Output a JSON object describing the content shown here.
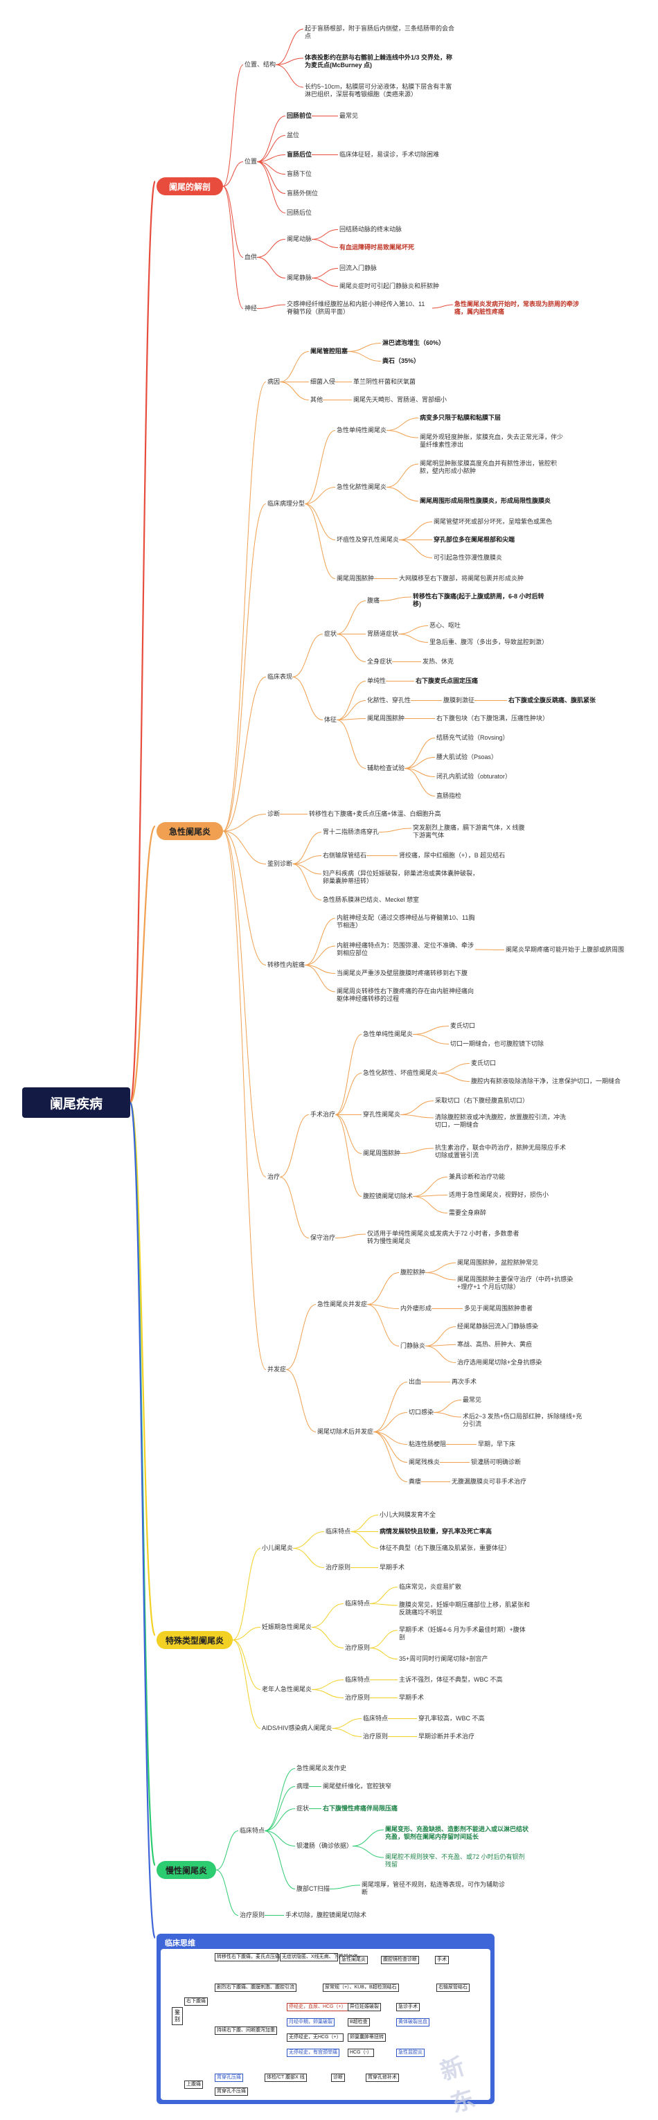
{
  "root": "阑尾疾病",
  "colors": {
    "red": "#e74c3c",
    "orange": "#f0a050",
    "yellow": "#f2d024",
    "green": "#2ecc71",
    "blue": "#3f66d8"
  },
  "s1": {
    "title": "阑尾的解剖",
    "pos1": "位置、结构",
    "p1a": "起于盲肠根部，附于盲肠后内侧壁，三条结肠带的会合点",
    "p1b": "体表投影约在脐与右髂前上棘连线中外1/3 交界处，称为麦氏点(McBurney 点)",
    "p1c": "长约5~10cm，粘膜层可分泌液体，粘膜下层含有丰富淋巴组织，深层有嗜银细胞（类癌来源）",
    "pos2": "位置",
    "t1": "回肠前位",
    "t1r": "最常见",
    "t2": "盆位",
    "t3": "盲肠后位",
    "t3r": "临床体征轻，易误诊，手术切除困难",
    "t4": "盲肠下位",
    "t5": "盲肠外侧位",
    "t6": "回肠后位",
    "blood": "血供",
    "art": "阑尾动脉",
    "art1": "回结肠动脉的终末动脉",
    "art2": "有血运障碍时易致阑尾坏死",
    "vein": "阑尾静脉",
    "vein1": "回流入门静脉",
    "vein2": "阑尾炎症时可引起门静脉炎和肝脓肿",
    "nerve": "神经",
    "nerveA": "交感神经纤维经腹腔丛和内脏小神经传入第10、11 脊髓节段（脐周平面）",
    "nerveB": "急性阑尾炎发病开始时，常表现为脐周的牵涉痛，属内脏性疼痛"
  },
  "s2": {
    "title": "急性阑尾炎",
    "etio": "病因",
    "e1": "阑尾管腔阻塞",
    "e1a": "淋巴滤泡增生（60%）",
    "e1b": "粪石（35%）",
    "e2": "细菌入侵",
    "e2a": "革兰阴性杆菌和厌氧菌",
    "e3": "其他",
    "e3a": "阑尾先天畸形、胃肠道、胃部细小",
    "patho": "临床病理分型",
    "pa": "急性单纯性阑尾炎",
    "pa1": "病变多只限于粘膜和粘膜下层",
    "pa2": "阑尾外观轻度肿胀，浆膜充血，失去正常光泽，伴少量纤维素性渗出",
    "pb": "急性化脓性阑尾炎",
    "pb1": "阑尾明显肿胀浆膜高度充血并有脓性渗出，管腔积脓，壁内形成小脓肿",
    "pb2": "阑尾周围形成局限性腹膜炎，形成局限性腹膜炎",
    "pc": "坏疽性及穿孔性阑尾炎",
    "pc1": "阑尾管壁坏死或部分坏死，呈暗紫色或黑色",
    "pc2": "穿孔部位多在阑尾根部和尖端",
    "pc3": "可引起急性弥漫性腹膜炎",
    "pd": "阑尾周围脓肿",
    "pd1": "大网膜移至右下腹部，将阑尾包裹并形成炎肿",
    "clin": "临床表现",
    "sym": "症状",
    "s_a": "腹痛",
    "s_a1": "转移性右下腹痛(起于上腹或脐周，6-8 小时后转移)",
    "s_b": "胃肠道症状",
    "s_b1": "恶心、呕吐",
    "s_b2": "里急后重、腹泻（多出多，导致盆腔刺激）",
    "s_c": "全身症状",
    "s_c1": "发热、休克",
    "sign": "体征",
    "g1": "单纯性",
    "g1a": "右下腹麦氏点固定压痛",
    "g2": "化脓性、穿孔性",
    "g2a": "腹膜刺激征",
    "g2b": "右下腹或全腹反跳痛、腹肌紧张",
    "g3": "阑尾周围脓肿",
    "g3a": "右下腹包块（右下腹饱满，压痛性肿块）",
    "g4": "辅助检查试验",
    "g4a": "结肠充气试验（Rovsing）",
    "g4b": "腰大肌试验（Psoas）",
    "g4c": "闭孔内肌试验（obturator）",
    "g4d": "直肠指检",
    "diag": "诊断",
    "diag1": "转移性右下腹痛+麦氏点压痛+体温、白细胞升高",
    "diff": "鉴别诊断",
    "df1": "胃十二指肠溃疡穿孔",
    "df1a": "突发剧烈上腹痛，膈下游离气体，X 线腹下游离气体",
    "df2": "右侧输尿管结石",
    "df2a": "肾绞痛，尿中红细胞（+），B 超见结石",
    "df3": "妇产科疾病（异位妊娠破裂，卵巢滤泡或黄体囊肿破裂，卵巢囊肿蒂扭转）",
    "df4": "急性肠系膜淋巴结炎、Meckel 憩室",
    "trans": "转移性内脏痛",
    "tr1": "内脏神经支配（通过交感神经丛与脊髓第10、11胸节相连）",
    "tr2": "内脏神经痛特点为：范围弥漫、定位不准确、牵涉到相应部位",
    "tr2a": "阑尾炎早期疼痛可能开始于上腹部或脐周围",
    "tr3": "当阑尾炎严重涉及壁层腹膜时疼痛转移到右下腹",
    "tr4": "阑尾周炎转移性右下腹疼痛的存在由内脏神经痛向躯体神经痛转移的过程",
    "treat": "治疗",
    "op": "手术治疗",
    "op1": "急性单纯性阑尾炎",
    "op1a": "麦氏切口",
    "op1b": "切口一期缝合，也可腹腔镜下切除",
    "op2": "急性化脓性、坏疽性阑尾炎",
    "op2a": "麦氏切口",
    "op2b": "腹腔内有脓液吸除清除干净，注意保护切口，一期缝合",
    "op3": "穿孔性阑尾炎",
    "op3a": "采取切口（右下腹经腹直肌切口）",
    "op3b": "清除腹腔脓液或冲洗腹腔，放置腹腔引流，冲洗切口，一期缝合",
    "op4": "阑尾周围脓肿",
    "op4a": "抗生素治疗，联合中药治疗，脓肿无局限应手术切除或置管引流",
    "op5": "腹腔镜阑尾切除术",
    "op5a": "兼具诊断和治疗功能",
    "op5b": "适用于急性阑尾炎，视野好，损伤小",
    "op5c": "需要全身麻醉",
    "cons": "保守治疗",
    "cons1": "仅适用于单纯性阑尾炎或发病大于72 小时者，多数患者转为慢性阑尾炎",
    "comp": "并发症",
    "cp1": "急性阑尾炎并发症",
    "cp1a": "腹腔脓肿",
    "cp1a1": "阑尾周围脓肿，盆腔脓肿常见",
    "cp1a2": "阑尾周围脓肿主要保守治疗（中药+抗感染+理疗+1 个月后切除）",
    "cp1b": "内外瘘形成",
    "cp1b1": "多见于阑尾周围脓肿患者",
    "cp1c": "门静脉炎",
    "cp1c1": "经阑尾静脉回流入门静脉感染",
    "cp1c2": "寒战、高热、肝肿大、黄疸",
    "cp1c3": "治疗选用阑尾切除+全身抗感染",
    "cp2": "阑尾切除术后并发症",
    "cp2a": "出血",
    "cp2a1": "再次手术",
    "cp2b": "切口感染",
    "cp2b1": "最常见",
    "cp2b2": "术后2~3 发热+伤口局部红肿，拆除缝线+充分引流",
    "cp2c": "粘连性肠梗阻",
    "cp2c1": "早期，早下床",
    "cp2d": "阑尾残株炎",
    "cp2d1": "钡灌肠可明确诊断",
    "cp2e": "粪瘘",
    "cp2e1": "无腹漏腹膜炎可非手术治疗"
  },
  "s3": {
    "title": "特殊类型阑尾炎",
    "a": "小儿阑尾炎",
    "a1": "临床特点",
    "a1a": "小儿大网膜发育不全",
    "a1b": "病情发展较快且较重，穿孔率及死亡率高",
    "a1c": "体征不典型（右下腹压痛及肌紧张，重要体征）",
    "a2": "治疗原则",
    "a2a": "早期手术",
    "b": "妊娠期急性阑尾炎",
    "b1": "临床特点",
    "b1a": "临床常见，炎症易扩散",
    "b1b": "腹膜炎常见，妊娠中期压痛部位上移，肌紧张和反跳痛均不明显",
    "b2": "治疗原则",
    "b2a": "早期手术（妊娠4-6 月为手术最佳时期）+腹体剖",
    "b2b": "35+周可同时行阑尾切除+剖宫产",
    "c": "老年人急性阑尾炎",
    "c1": "临床特点",
    "c1a": "主诉不强烈，体征不典型，WBC 不高",
    "c2": "治疗原则",
    "c2a": "早期手术",
    "d": "AIDS/HIV感染病人阑尾炎",
    "d1": "临床特点",
    "d1a": "穿孔率较高，WBC 不高",
    "d2": "治疗原则",
    "d2a": "早期诊断并手术治疗"
  },
  "s4": {
    "title": "慢性阑尾炎",
    "a": "临床特点",
    "a1": "急性阑尾炎发作史",
    "a2": "病理",
    "a2a": "阑尾壁纤维化，官腔狭窄",
    "a3": "症状",
    "a3a": "右下腹慢性疼痛伴局限压痛",
    "a4": "钡灌肠（确诊依据）",
    "a4a": "阑尾变形、充盈缺损、造影剂不能进入或以淋巴结状充盈，钡剂在阑尾内存留时间延长",
    "a4b": "阑尾腔不规则狭窄、不充盈、或72 小时后仍有钡剂残留",
    "a5": "腹部CT扫描",
    "a5a": "阑尾增厚，管径不规则，粘连等表现，可作为辅助诊断",
    "b": "治疗原则",
    "b1": "手术切除，腹腔镜阑尾切除术"
  },
  "think": {
    "title": "临床思维",
    "side": "鉴别",
    "rlq": "右下腹痛",
    "upper": "上腹痛",
    "r1": [
      "转移性右下腹痛，麦氏点压痛，WBC↑",
      "无症状隐匿、X线无病、下腹部气体",
      "急性阑尾炎",
      "腹腔镜检查诊断",
      "手术"
    ],
    "r2": [
      "剧烈右下腹痛、腹膜刺激、腹腔引流",
      "尿常规（+）、KUB，B超检测结石",
      "右输尿管结石"
    ],
    "r3": [
      "停经史，血尿、HCG（+）",
      "异位妊娠破裂",
      "急诊手术"
    ],
    "r4": [
      "持续右下腹、间断腹泻加重",
      "月经中期，卵巢破裂",
      "B超检查",
      "黄体破裂出血"
    ],
    "r5": [
      "无停经史，无HCG（+）",
      "卵巢囊肿蒂扭转"
    ],
    "r6": [
      "无停经史，有宫颈举痛",
      "HCG（-）",
      "急性盆腔炎"
    ],
    "u1": [
      "胃穿孔压痛",
      "体检/CT 腹部X 线",
      "诊断",
      "胃穿孔修补术"
    ],
    "u2": [
      "胃穿孔不压痛"
    ],
    "watermark": "新东"
  }
}
